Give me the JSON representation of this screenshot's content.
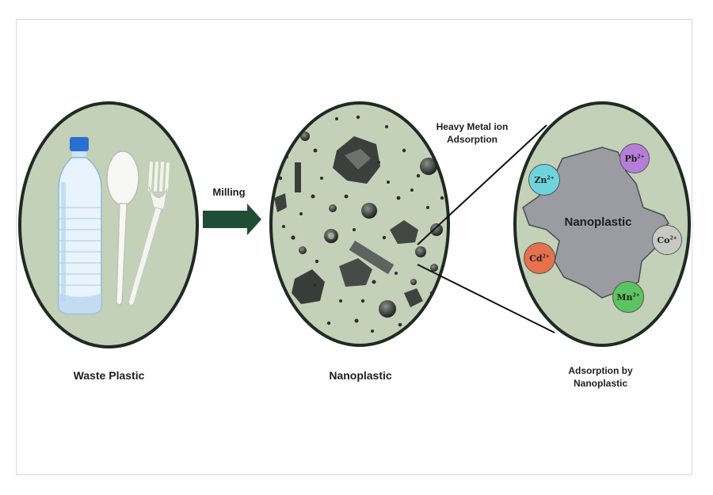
{
  "labels": {
    "waste_plastic": "Waste Plastic",
    "milling": "Milling",
    "nanoplastic_stage": "Nanoplastic",
    "heavy_metal_line1": "Heavy Metal ion",
    "heavy_metal_line2": "Adsorption",
    "adsorption_line1": "Adsorption by",
    "adsorption_line2": "Nanoplastic",
    "nanoplastic_blob": "Nanoplastic"
  },
  "ions": [
    {
      "symbol": "Pb",
      "charge": "2+",
      "color": "#b57fd8"
    },
    {
      "symbol": "Zn",
      "charge": "2+",
      "color": "#6fd3de"
    },
    {
      "symbol": "Co",
      "charge": "2+",
      "color": "#c9c9c4"
    },
    {
      "symbol": "Cd",
      "charge": "2+",
      "color": "#e5714e"
    },
    {
      "symbol": "Mn",
      "charge": "2+",
      "color": "#5cc45f"
    }
  ],
  "colors": {
    "circle_fill": "#c3d1b8",
    "circle_stroke": "#1f2a22",
    "arrow": "#1f4d36",
    "blob": "#9a9ca2",
    "particles": "#2b2f2c"
  }
}
